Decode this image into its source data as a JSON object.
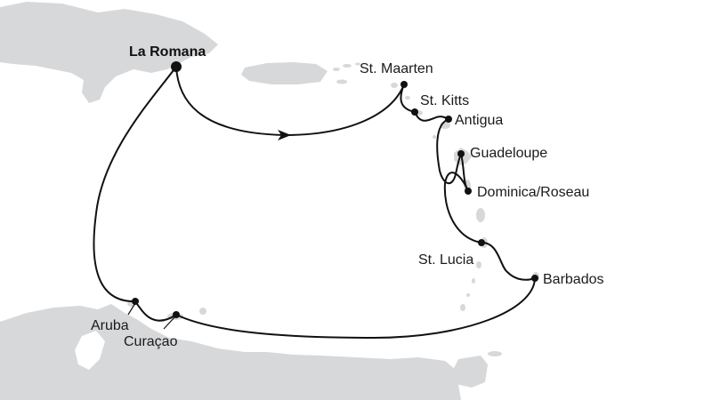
{
  "map": {
    "colors": {
      "sea": "#ffffff",
      "land": "#d7d8d9",
      "route": "#111111"
    },
    "home_port": "La Romana",
    "ports": [
      {
        "id": "la-romana",
        "name": "La Romana"
      },
      {
        "id": "st-maarten",
        "name": "St. Maarten"
      },
      {
        "id": "st-kitts",
        "name": "St. Kitts"
      },
      {
        "id": "antigua",
        "name": "Antigua"
      },
      {
        "id": "guadeloupe",
        "name": "Guadeloupe"
      },
      {
        "id": "dominica",
        "name": "Dominica/Roseau"
      },
      {
        "id": "st-lucia",
        "name": "St. Lucia"
      },
      {
        "id": "barbados",
        "name": "Barbados"
      },
      {
        "id": "curacao",
        "name": "Curaçao"
      },
      {
        "id": "aruba",
        "name": "Aruba"
      }
    ],
    "direction_icon": "arrow-head-icon"
  }
}
